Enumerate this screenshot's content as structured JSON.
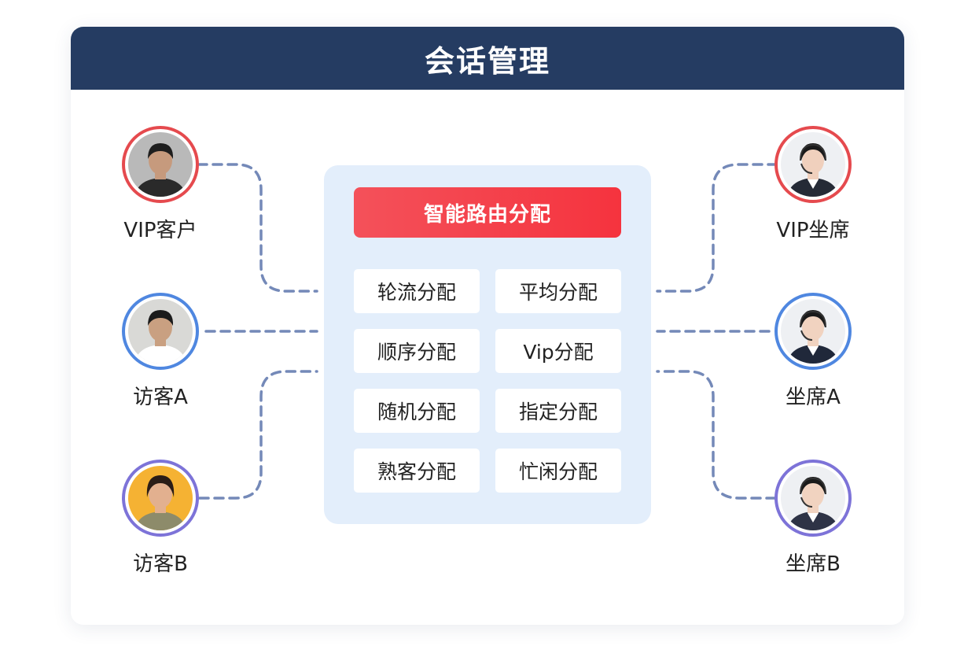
{
  "header": {
    "title": "会话管理"
  },
  "router": {
    "label": "智能路由分配"
  },
  "methods": [
    "轮流分配",
    "平均分配",
    "顺序分配",
    "Vip分配",
    "随机分配",
    "指定分配",
    "熟客分配",
    "忙闲分配"
  ],
  "visitors": [
    {
      "label": "VIP客户",
      "ring": "#e54a4e",
      "bg": "#b9b9b9",
      "skin": "#c69a7d",
      "hair": "#1e1e1e",
      "shirt": "#2a2a2a"
    },
    {
      "label": "访客A",
      "ring": "#4f87e0",
      "bg": "#d9d9d6",
      "skin": "#c9a081",
      "hair": "#1b1b1b",
      "shirt": "#ffffff"
    },
    {
      "label": "访客B",
      "ring": "#7d73d8",
      "bg": "#f5b233",
      "skin": "#e2b08f",
      "hair": "#2a1d17",
      "shirt": "#8d8b6a"
    }
  ],
  "agents": [
    {
      "label": "VIP坐席",
      "ring": "#e54a4e",
      "bg": "#eef0f3",
      "skin": "#f0d0bd",
      "hair": "#1a1a1a",
      "shirt": "#252a36"
    },
    {
      "label": "坐席A",
      "ring": "#4f87e0",
      "bg": "#eef0f3",
      "skin": "#f1d3c0",
      "hair": "#191919",
      "shirt": "#20283a"
    },
    {
      "label": "坐席B",
      "ring": "#7d73d8",
      "bg": "#eef0f3",
      "skin": "#f1d3c0",
      "hair": "#1a1a1a",
      "shirt": "#2e3346"
    }
  ],
  "colors": {
    "header": "#253c62",
    "panel": "#e3eefb",
    "router": "#f5333e",
    "connector": "#7489b8"
  }
}
